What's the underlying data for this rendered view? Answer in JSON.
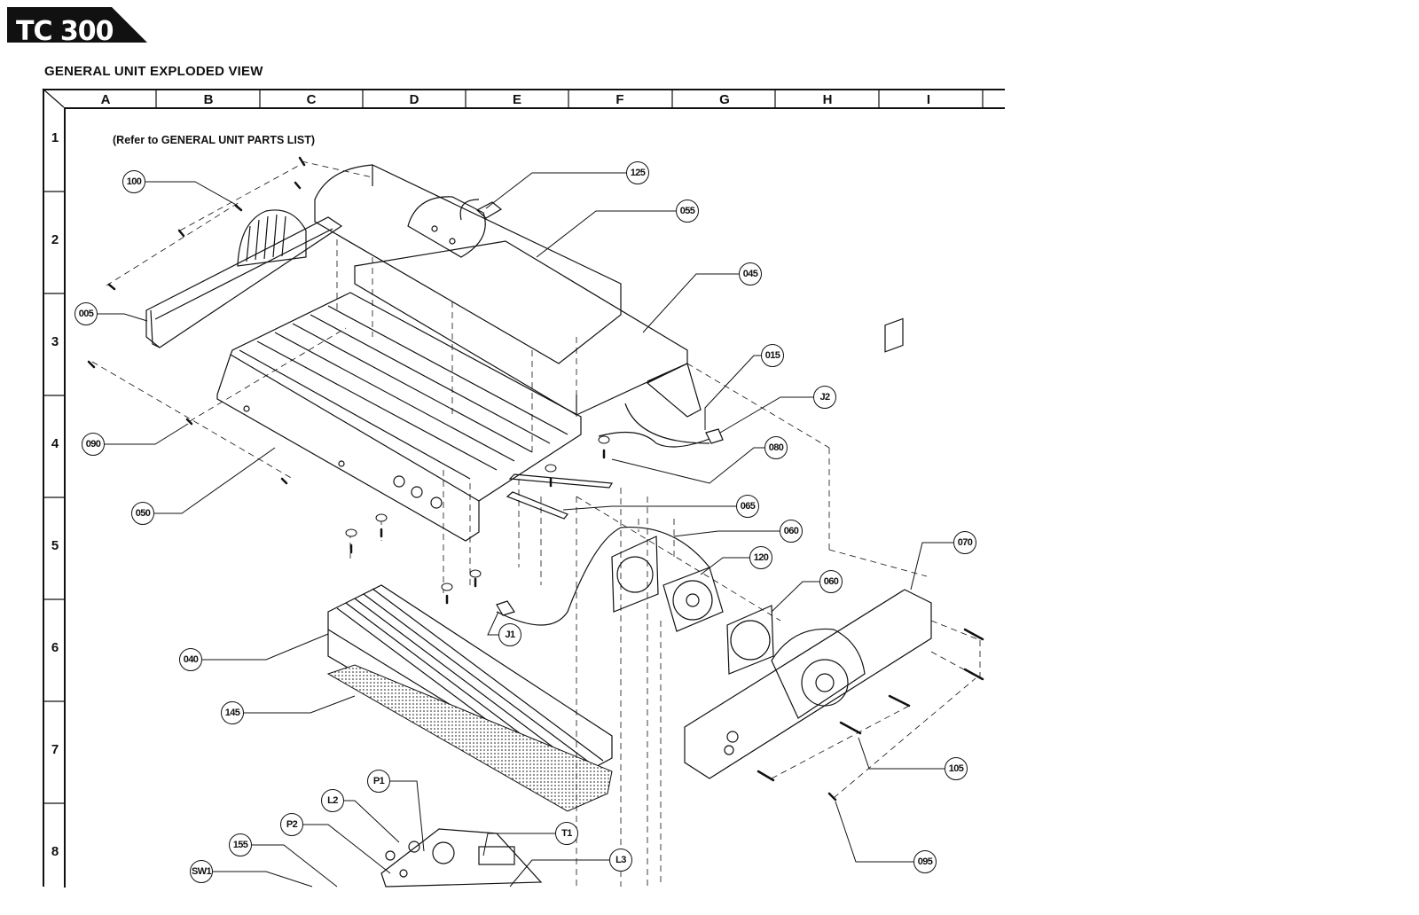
{
  "logo": {
    "text": "TC 300"
  },
  "title": "GENERAL UNIT EXPLODED VIEW",
  "note": "(Refer to GENERAL UNIT PARTS LIST)",
  "grid": {
    "columns": [
      "A",
      "B",
      "C",
      "D",
      "E",
      "F",
      "G",
      "H",
      "I"
    ],
    "rows": [
      "1",
      "2",
      "3",
      "4",
      "5",
      "6",
      "7",
      "8"
    ]
  },
  "callouts": [
    "100",
    "125",
    "055",
    "045",
    "005",
    "015",
    "J2",
    "090",
    "080",
    "050",
    "065",
    "060",
    "120",
    "060",
    "070",
    "J1",
    "040",
    "145",
    "105",
    "P1",
    "L2",
    "P2",
    "T1",
    "155",
    "L3",
    "SW1",
    "095"
  ]
}
